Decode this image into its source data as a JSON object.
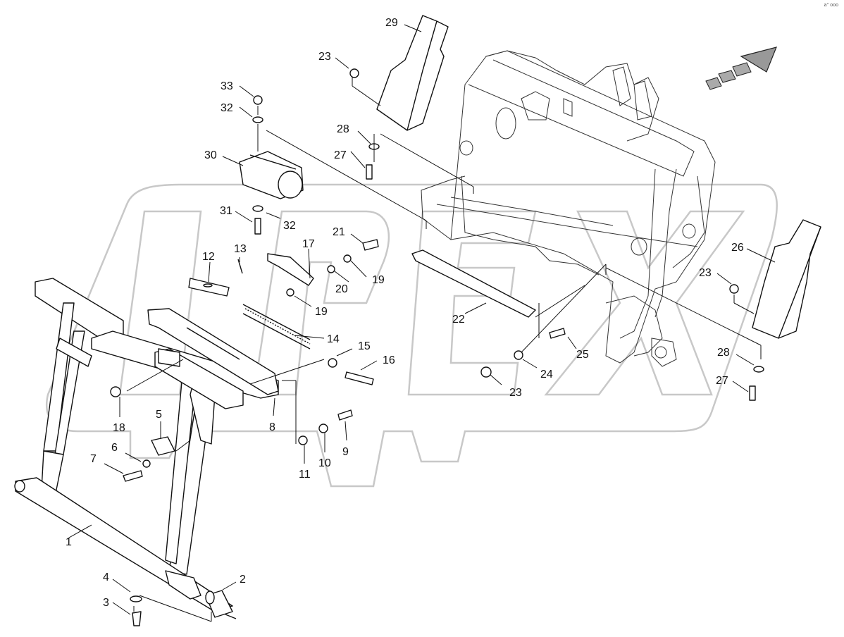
{
  "corner_mark": "a° ooo",
  "watermark_text": "OPEX",
  "callouts": [
    "1",
    "2",
    "3",
    "4",
    "5",
    "6",
    "7",
    "8",
    "9",
    "10",
    "11",
    "12",
    "13",
    "14",
    "15",
    "16",
    "17",
    "18",
    "19",
    "19",
    "20",
    "21",
    "22",
    "23",
    "23",
    "23",
    "24",
    "25",
    "26",
    "27",
    "27",
    "28",
    "28",
    "29",
    "30",
    "31",
    "32",
    "32",
    "33"
  ]
}
